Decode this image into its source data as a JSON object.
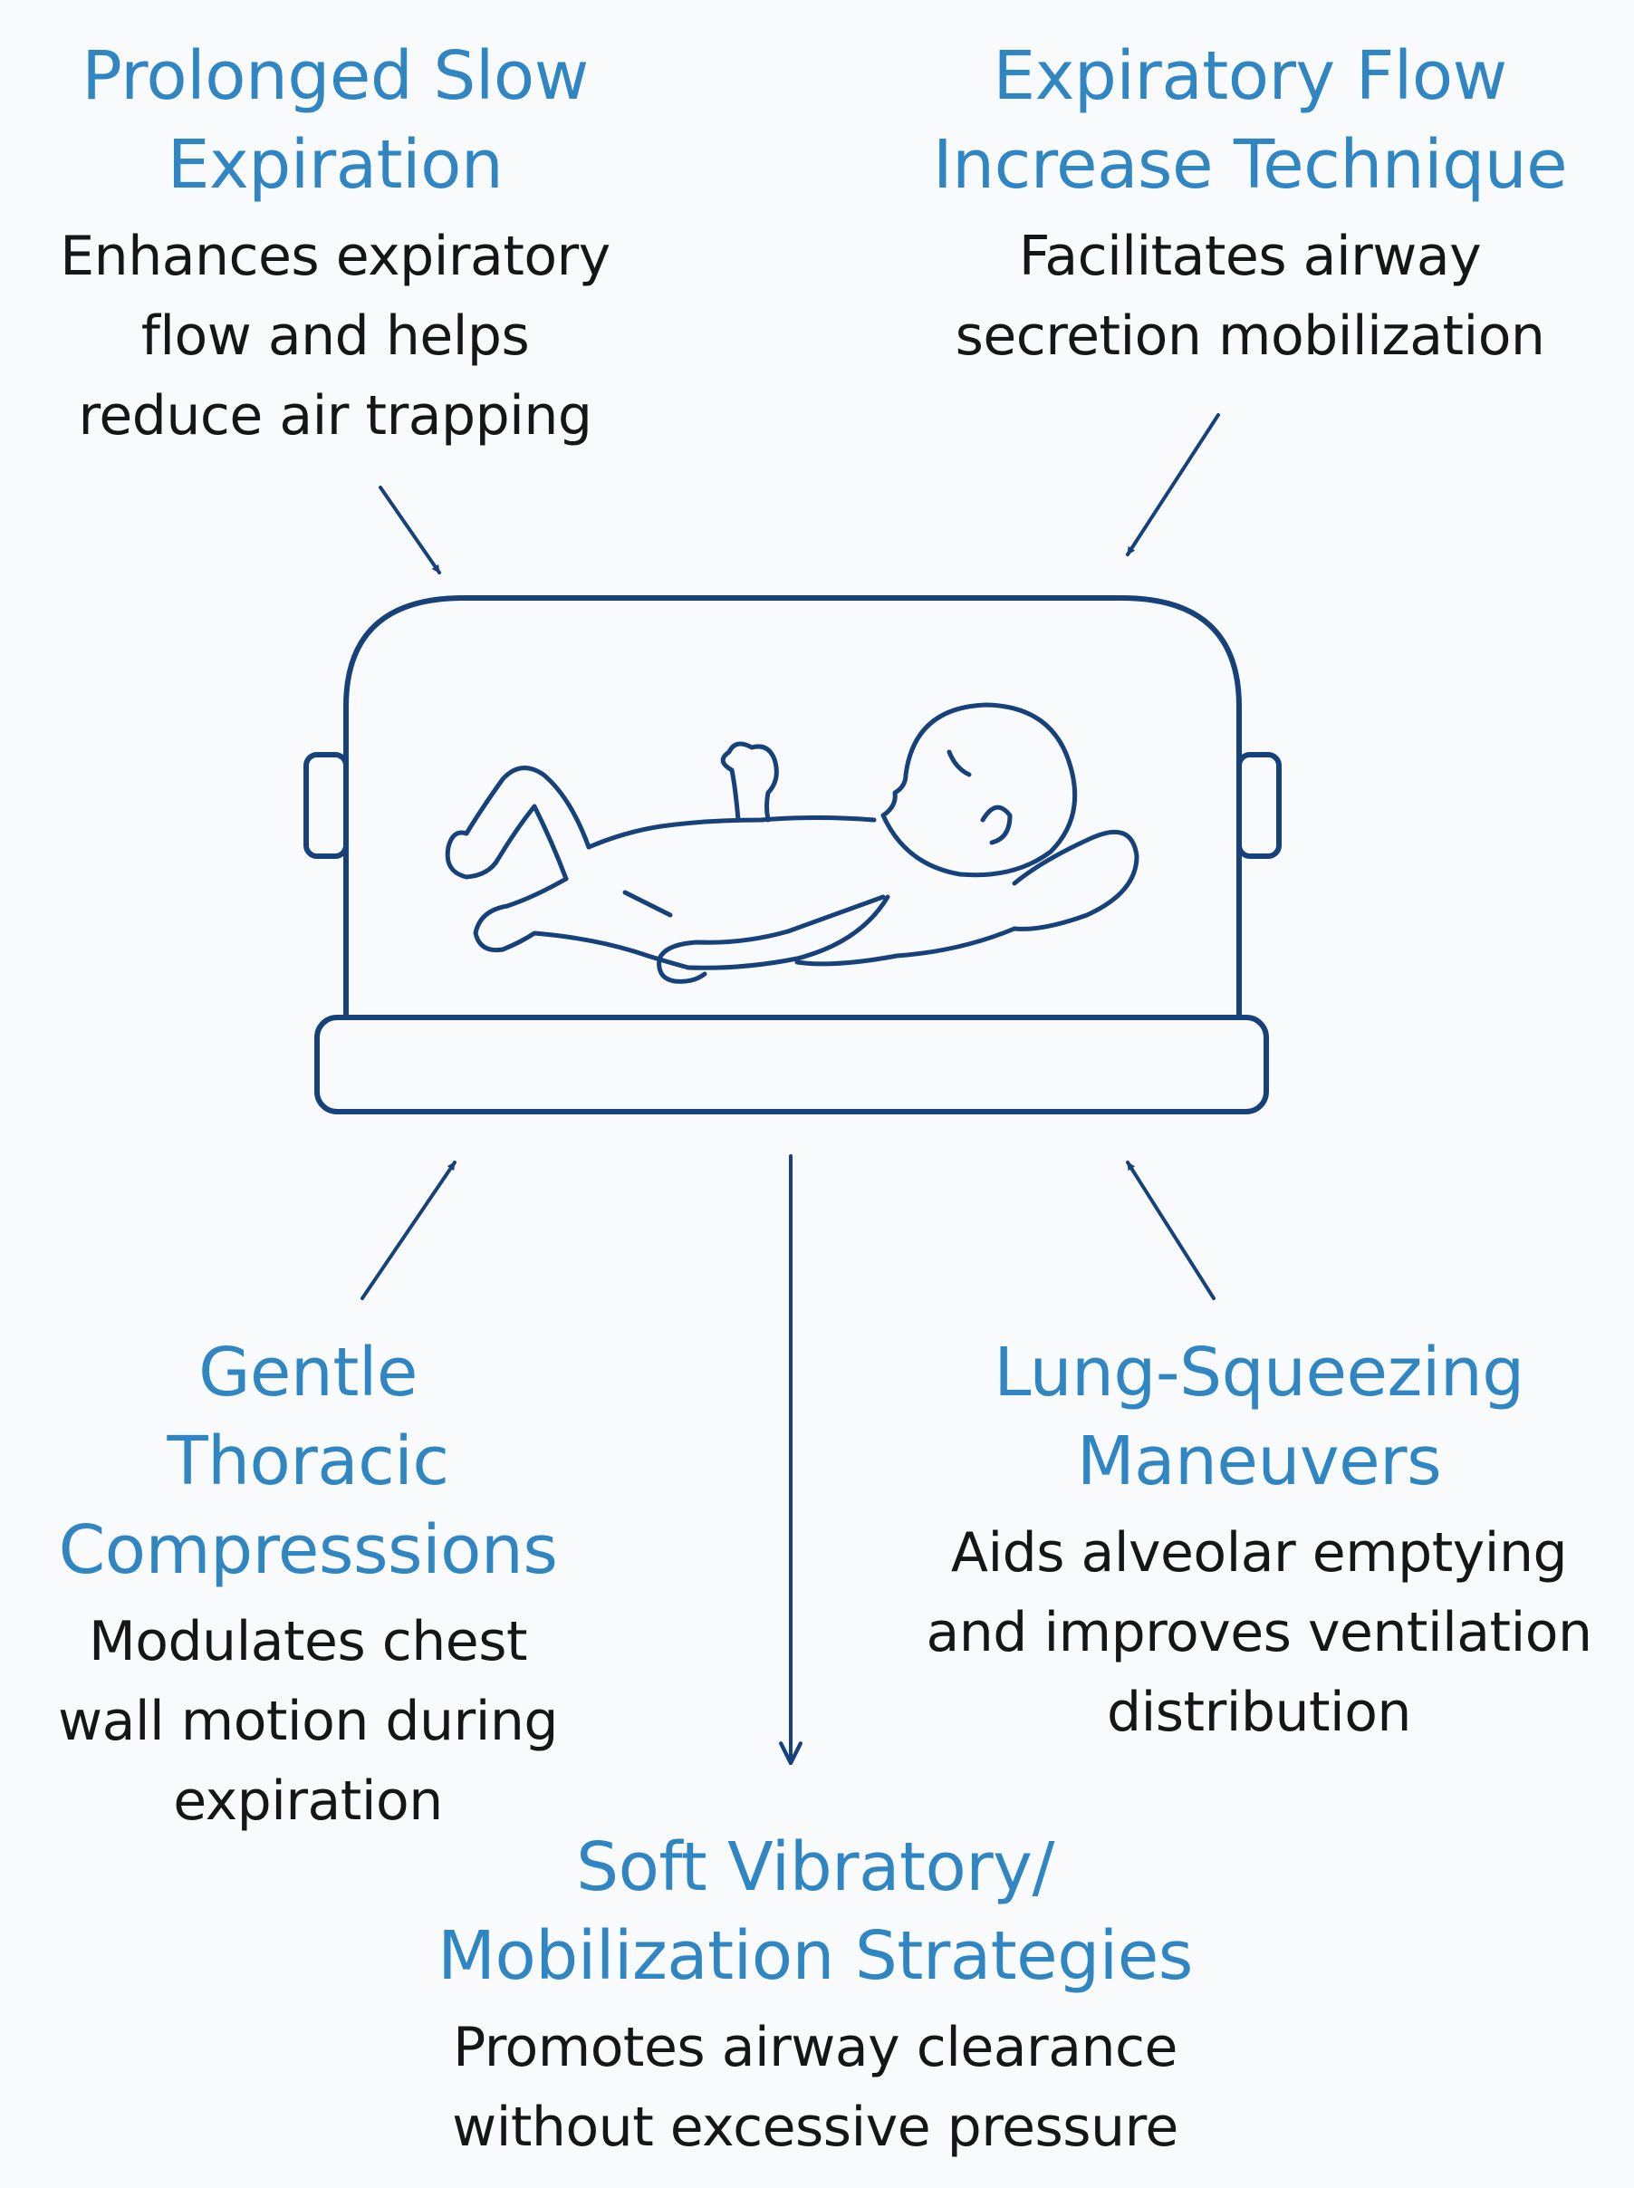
{
  "colors": {
    "title": "#2f86c3",
    "text": "#161616",
    "stroke": "#17417a",
    "background": "#f9fafb"
  },
  "techniques": {
    "prolonged_slow_expiration": {
      "title": [
        "Prolonged Slow",
        "Expiration"
      ],
      "desc": [
        "Enhances expiratory",
        "flow and helps",
        "reduce air trapping"
      ]
    },
    "expiratory_flow_increase": {
      "title": [
        "Expiratory Flow",
        "Increase Technique"
      ],
      "desc": [
        "Facilitates airway",
        "secretion mobilization"
      ]
    },
    "gentle_thoracic_compressions": {
      "title": [
        "Gentle",
        "Thoracic",
        "Compresssions"
      ],
      "desc": [
        "Modulates chest",
        "wall motion during",
        "expiration"
      ]
    },
    "lung_squeezing_maneuvers": {
      "title": [
        "Lung-Squeezing",
        "Maneuvers"
      ],
      "desc": [
        "Aids alveolar emptying",
        "and improves ventilation",
        "distribution"
      ]
    },
    "soft_vibratory_mobilization": {
      "title": [
        "Soft Vibratory/",
        "Mobilization Strategies"
      ],
      "desc": [
        "Promotes airway clearance",
        "without excessive pressure"
      ]
    }
  },
  "central_image": {
    "icon": "infant-incubator-icon"
  }
}
